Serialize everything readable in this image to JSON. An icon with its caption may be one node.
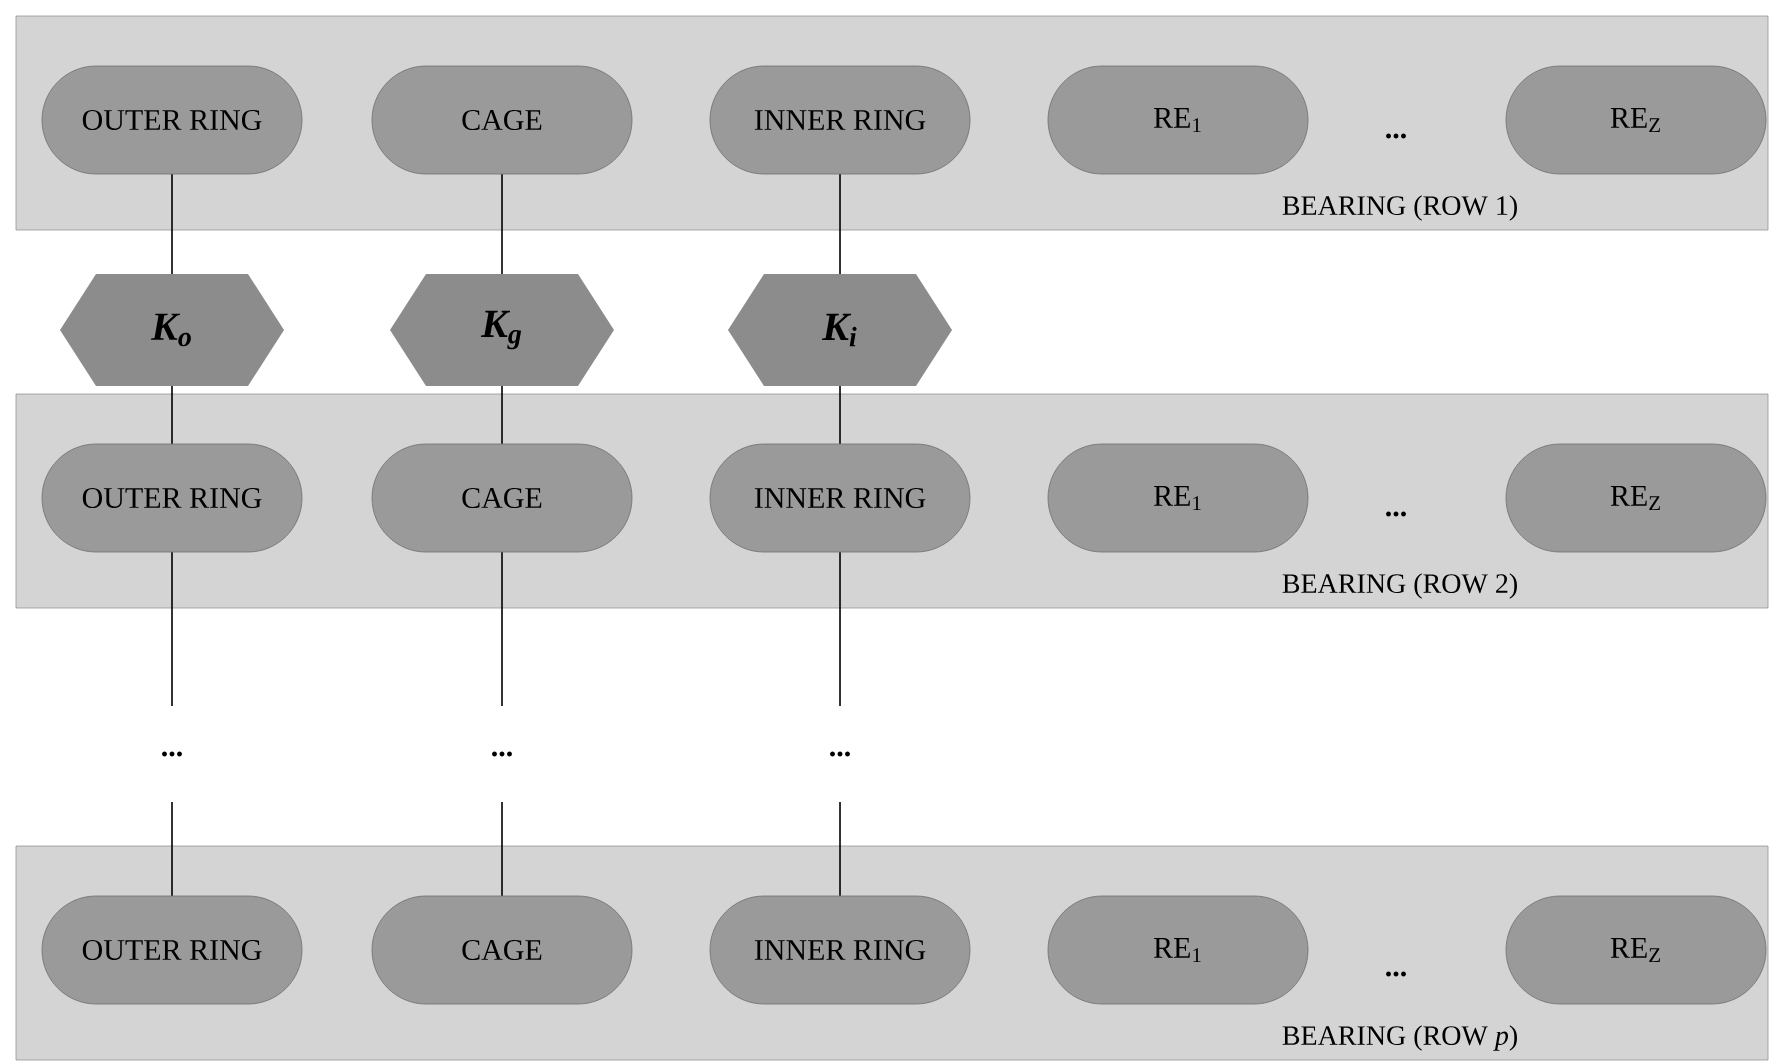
{
  "diagram": {
    "nodes": [
      {
        "text": [
          "BEARING (ROW 1)"
        ]
      },
      {
        "text": [
          "OUTER RING"
        ],
        "in": 0
      },
      {
        "text": [
          "CAGE"
        ],
        "in": 0
      },
      {
        "text": [
          "INNER RING"
        ],
        "in": 0
      },
      {
        "text": [
          "RE$_{1}$"
        ],
        "in": 0
      },
      {
        "text": [
          "RE$_{Z}$"
        ],
        "in": 0
      },
      {
        "text": [
          "K$_{o}$"
        ]
      },
      {
        "text": [
          "K$_{g}$"
        ]
      },
      {
        "text": [
          "K$_{i}$"
        ]
      },
      {
        "text": [
          "BEARING (ROW 2)"
        ]
      },
      {
        "text": [
          "OUTER RING"
        ],
        "in": 9
      },
      {
        "text": [
          "CAGE"
        ],
        "in": 9
      },
      {
        "text": [
          "INNER RING"
        ],
        "in": 9
      },
      {
        "text": [
          "RE$_{1}$"
        ],
        "in": 9
      },
      {
        "text": [
          "RE$_{Z}$"
        ],
        "in": 9
      },
      {
        "text": [
          "..."
        ]
      },
      {
        "text": [
          "..."
        ]
      },
      {
        "text": [
          "..."
        ]
      },
      {
        "text": [
          "BEARING (ROW *p*)"
        ]
      },
      {
        "text": [
          "OUTER RING"
        ],
        "in": 18
      },
      {
        "text": [
          "CAGE"
        ],
        "in": 18
      },
      {
        "text": [
          "INNER RING"
        ],
        "in": 18
      },
      {
        "text": [
          "RE$_{1}$"
        ],
        "in": 18
      },
      {
        "text": [
          "RE$_{Z}$"
        ],
        "in": 18
      }
    ],
    "edges": [
      {
        "from": 1,
        "to": 6,
        "arrow": "none"
      },
      {
        "from": 6,
        "to": 10,
        "arrow": "none"
      },
      {
        "from": 2,
        "to": 7,
        "arrow": "none"
      },
      {
        "from": 7,
        "to": 11,
        "arrow": "none"
      },
      {
        "from": 3,
        "to": 8,
        "arrow": "none"
      },
      {
        "from": 8,
        "to": 12,
        "arrow": "none"
      },
      {
        "from": 10,
        "to": 15,
        "arrow": "none"
      },
      {
        "from": 11,
        "to": 16,
        "arrow": "none"
      },
      {
        "from": 12,
        "to": 17,
        "arrow": "none"
      },
      {
        "from": 15,
        "to": 19,
        "arrow": "none"
      },
      {
        "from": 16,
        "to": 20,
        "arrow": "none"
      },
      {
        "from": 17,
        "to": 21,
        "arrow": "none"
      }
    ],
    "labels": [
      "...",
      "...",
      "..."
    ]
  }
}
